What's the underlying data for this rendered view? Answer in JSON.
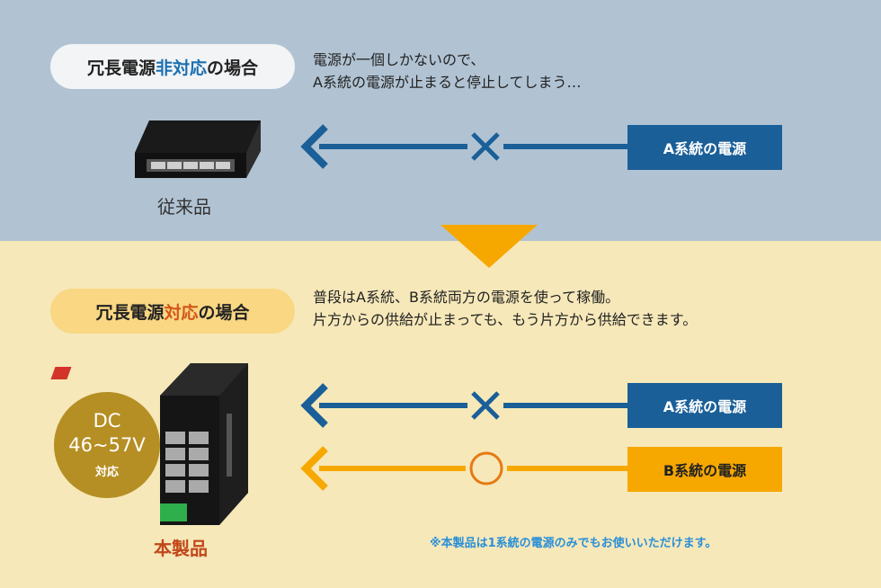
{
  "top": {
    "heading_prefix": "冗長電源",
    "heading_highlight": "非対応",
    "heading_suffix": "の場合",
    "description_line1": "電源が一個しかないので、",
    "description_line2": "A系統の電源が止まると停止してしまう…",
    "source_label": "A系統の電源",
    "device_caption": "従来品",
    "status_mark": "cross-icon"
  },
  "bottom": {
    "heading_prefix": "冗長電源",
    "heading_highlight": "対応",
    "heading_suffix": "の場合",
    "description_line1": "普段はA系統、B系統両方の電源を使って稼働。",
    "description_line2": "片方からの供給が止まっても、もう片方から供給できます。",
    "source_a_label": "A系統の電源",
    "source_b_label": "B系統の電源",
    "device_caption": "本製品",
    "badge": {
      "line1": "DC",
      "line2": "46~57V",
      "line3": "対応"
    },
    "note": "※本製品は1系統の電源のみでもお使いいただけます。",
    "status_mark_a": "cross-icon",
    "status_mark_b": "circle-icon"
  },
  "colors": {
    "top_bg": "#b1c3d3",
    "bottom_bg": "#f6e8b9",
    "blue": "#1a5f98",
    "orange": "#f7a800",
    "highlight_blue": "#1b6fb0",
    "highlight_orange": "#d1571a",
    "badge_gold": "#b58f24",
    "note_blue": "#2a8fd8"
  }
}
